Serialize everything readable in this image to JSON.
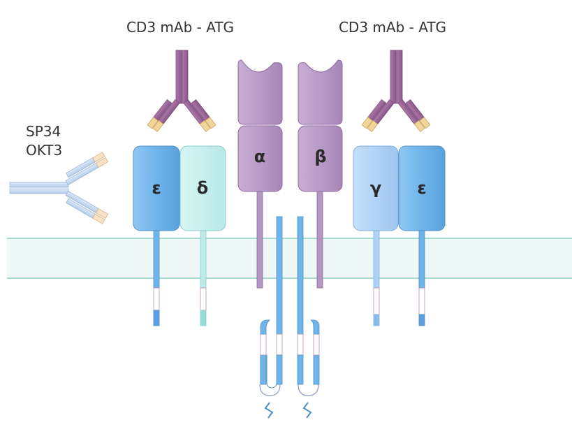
{
  "labels": {
    "antibody_left": "CD3 mAb - ATG",
    "antibody_right": "CD3 mAb - ATG",
    "side_line1": "SP34",
    "side_line2": "OKT3"
  },
  "subunits": {
    "epsilon_left": "ε",
    "delta": "δ",
    "alpha": "α",
    "beta": "β",
    "gamma": "γ",
    "epsilon_right": "ε"
  },
  "colors": {
    "epsilon": "#6fb5ea",
    "delta": "#c6efef",
    "gamma": "#aed2f5",
    "tcr": "#b99ac8",
    "antibody": "#9a6a95",
    "antibody_tip": "#f1d59a",
    "membrane": "#eef8f6",
    "membrane_line": "#a9dcd3",
    "itam": "#5e9fe0"
  }
}
